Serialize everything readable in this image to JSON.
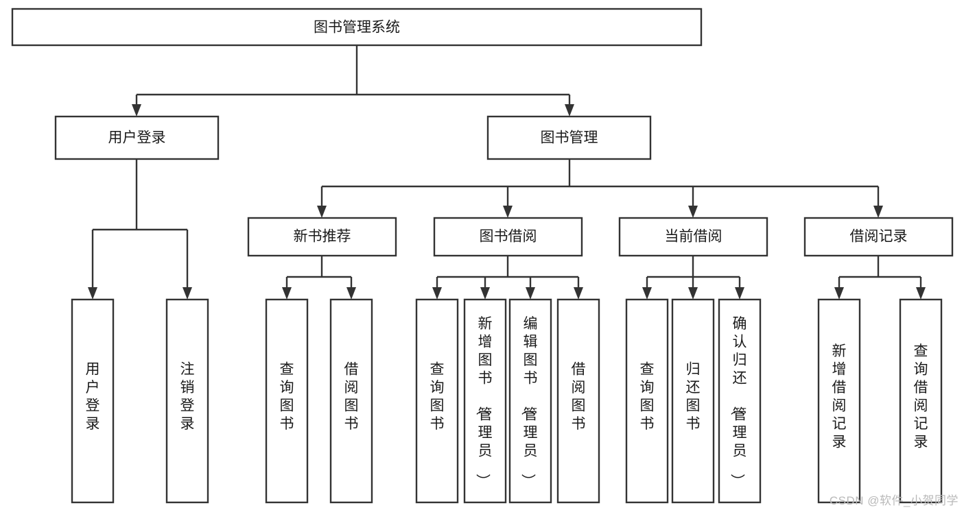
{
  "diagram": {
    "type": "tree-hierarchy-chart",
    "title": "图书管理系统",
    "orientation": "top-down",
    "colors": {
      "box_fill": "#ffffff",
      "box_stroke": "#333333",
      "text": "#1a1a1a",
      "background": "#ffffff",
      "watermark": "#b9b9b9"
    },
    "levels": [
      {
        "level": 1,
        "nodes": [
          {
            "id": "root",
            "label": "图书管理系统"
          }
        ]
      },
      {
        "level": 2,
        "nodes": [
          {
            "id": "user-login",
            "label": "用户登录",
            "parent": "root"
          },
          {
            "id": "book-manage",
            "label": "图书管理",
            "parent": "root"
          }
        ]
      },
      {
        "level": 3,
        "nodes": [
          {
            "id": "new-book-rec",
            "label": "新书推荐",
            "parent": "book-manage"
          },
          {
            "id": "book-borrow",
            "label": "图书借阅",
            "parent": "book-manage"
          },
          {
            "id": "current-borrow",
            "label": "当前借阅",
            "parent": "book-manage"
          },
          {
            "id": "borrow-record",
            "label": "借阅记录",
            "parent": "book-manage"
          }
        ]
      },
      {
        "level": 4,
        "nodes": [
          {
            "id": "leaf-1",
            "label": "用户登录",
            "parent": "user-login"
          },
          {
            "id": "leaf-2",
            "label": "注销登录",
            "parent": "user-login"
          },
          {
            "id": "leaf-3",
            "label": "查询图书",
            "parent": "new-book-rec"
          },
          {
            "id": "leaf-4",
            "label": "借阅图书",
            "parent": "new-book-rec"
          },
          {
            "id": "leaf-5",
            "label": "查询图书",
            "parent": "book-borrow"
          },
          {
            "id": "leaf-6",
            "label": "新增图书（管理员）",
            "parent": "book-borrow"
          },
          {
            "id": "leaf-7",
            "label": "编辑图书（管理员）",
            "parent": "book-borrow"
          },
          {
            "id": "leaf-8",
            "label": "借阅图书",
            "parent": "book-borrow"
          },
          {
            "id": "leaf-9",
            "label": "查询图书",
            "parent": "current-borrow"
          },
          {
            "id": "leaf-10",
            "label": "归还图书",
            "parent": "current-borrow"
          },
          {
            "id": "leaf-11",
            "label": "确认归还（管理员）",
            "parent": "current-borrow"
          },
          {
            "id": "leaf-12",
            "label": "新增借阅记录",
            "parent": "borrow-record"
          },
          {
            "id": "leaf-13",
            "label": "查询借阅记录",
            "parent": "borrow-record"
          }
        ]
      }
    ]
  },
  "watermark": {
    "text": "CSDN @软件_小贺同学"
  }
}
